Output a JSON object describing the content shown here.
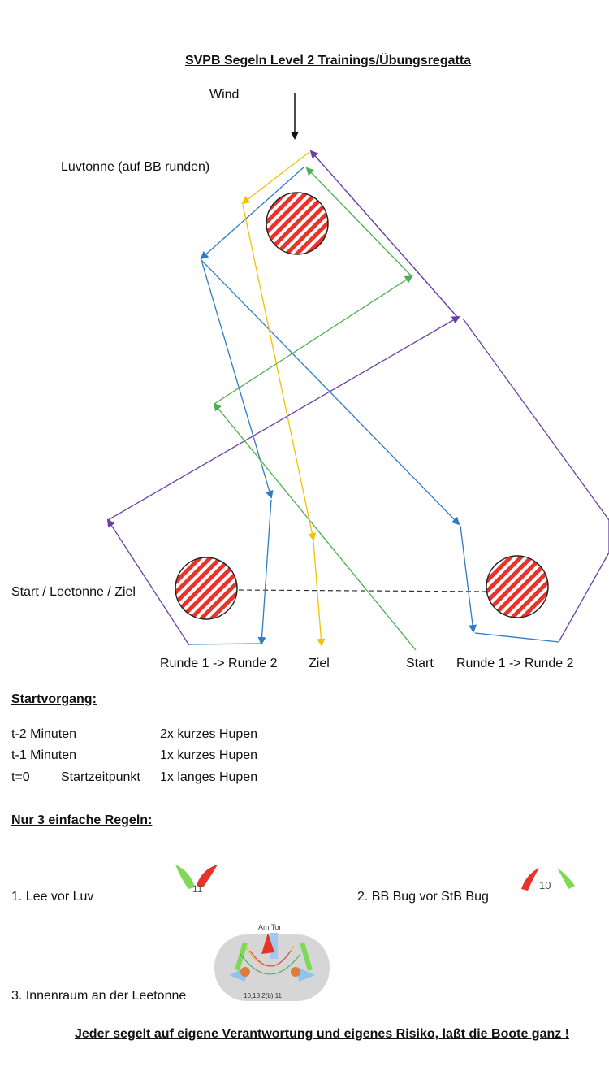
{
  "title": "SVPB Segeln Level 2 Trainings/Übungsregatta",
  "diagram": {
    "wind_label": "Wind",
    "windward_mark_label": "Luvtonne (auf BB runden)",
    "start_mark_label": "Start / Leetonne / Ziel",
    "bottom_labels": {
      "left_round": "Runde 1 -> Runde 2",
      "finish": "Ziel",
      "start": "Start",
      "right_round": "Runde 1 -> Runde 2"
    },
    "colors": {
      "mark_red": "#e8332a",
      "blue": "#2e7bc4",
      "green": "#4caf50",
      "yellow": "#f2c200",
      "purple": "#6a3fa8"
    }
  },
  "start_procedure": {
    "heading": "Startvorgang:",
    "rows": [
      {
        "time": "t-2 Minuten",
        "middle": "",
        "signal": "2x kurzes Hupen"
      },
      {
        "time": "t-1 Minuten",
        "middle": "",
        "signal": "1x kurzes Hupen"
      },
      {
        "time": "t=0",
        "middle": "Startzeitpunkt",
        "signal": "1x langes Hupen"
      }
    ]
  },
  "rules": {
    "heading": "Nur 3 einfache Regeln:",
    "items": [
      {
        "text": "1. Lee vor Luv",
        "figure_label": "11"
      },
      {
        "text": "2. BB Bug vor StB Bug",
        "figure_label": "10"
      },
      {
        "text": "3. Innenraum an der Leetonne",
        "figure_title": "Am Tor",
        "figure_label": "10,18.2(b),11"
      }
    ]
  },
  "footer": "Jeder segelt auf eigene Verantwortung und eigenes Risiko, laßt die Boote ganz !"
}
